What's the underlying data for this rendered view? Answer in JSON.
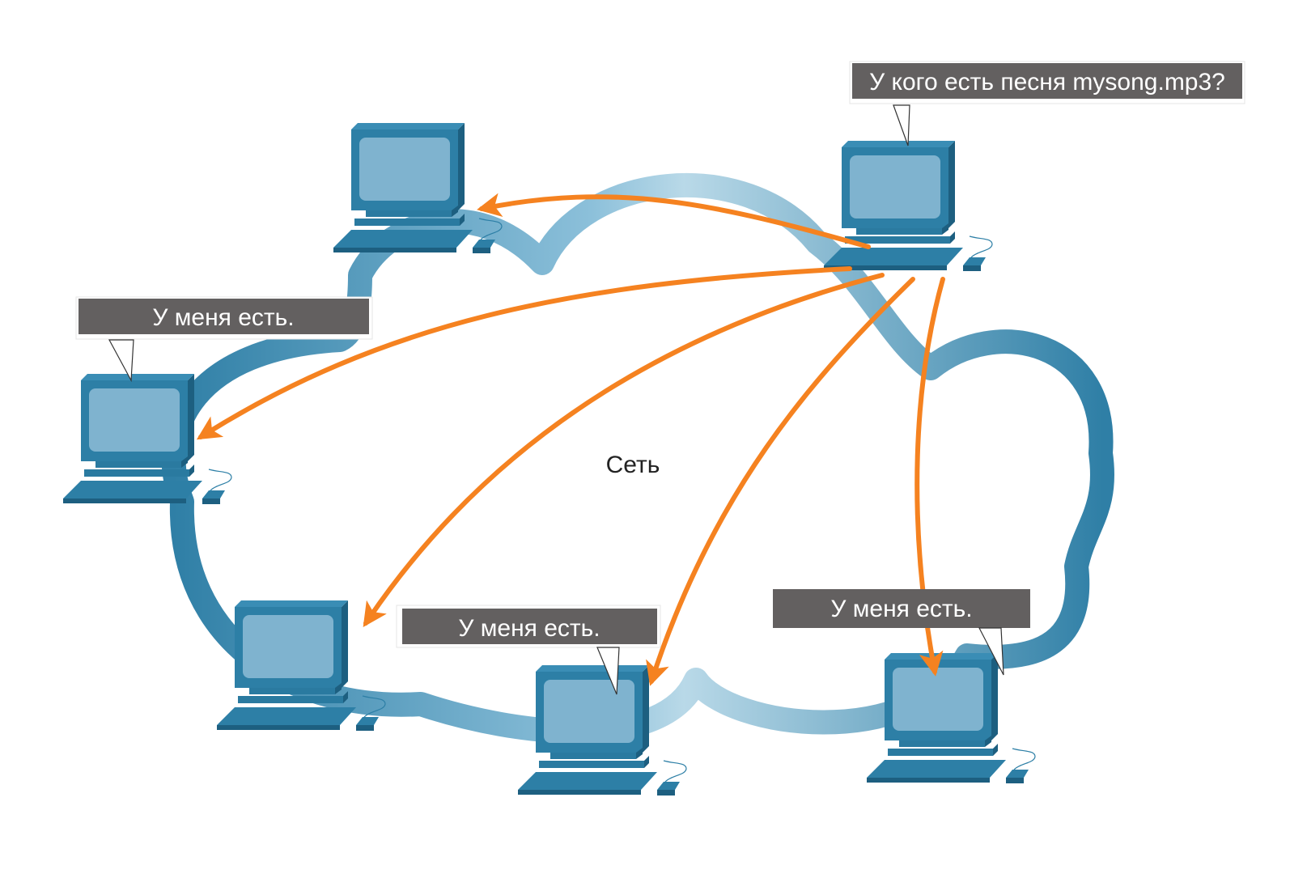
{
  "network_label": "Сеть",
  "callouts": {
    "query": "У кого есть песня mysong.mp3?",
    "reply_left": "У меня есть.",
    "reply_bottom": "У меня есть.",
    "reply_right": "У меня есть."
  },
  "colors": {
    "cloud_dark": "#2f7fa6",
    "cloud_light": "#b9d9e8",
    "arrow": "#f58220",
    "computer_body": "#2d7fa6",
    "computer_screen": "#7fb3cf",
    "callout_bg": "#636060"
  },
  "icons": {
    "computer": "desktop-computer-icon",
    "network": "cloud-icon"
  }
}
